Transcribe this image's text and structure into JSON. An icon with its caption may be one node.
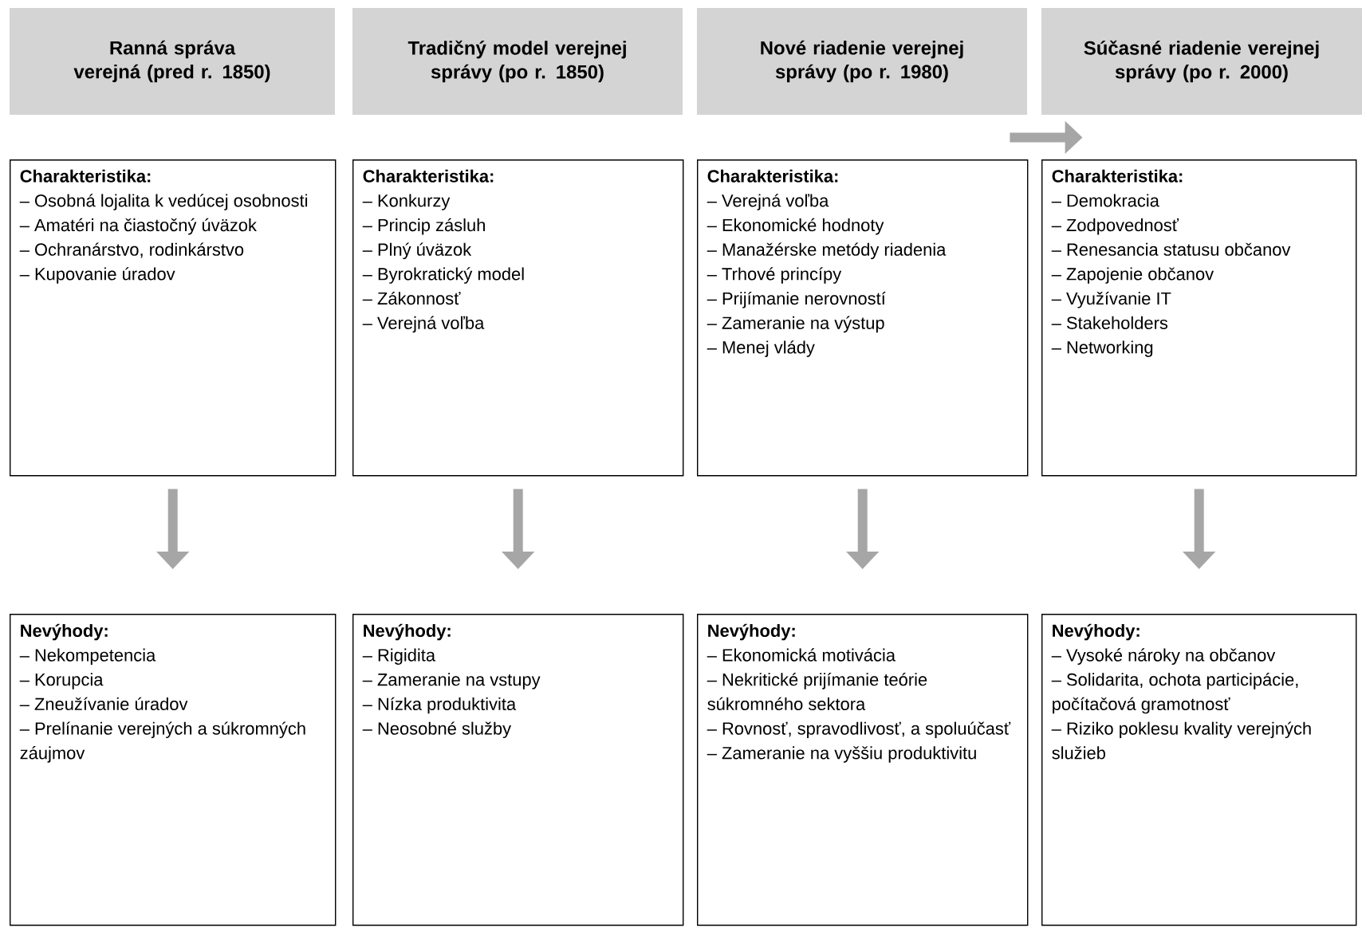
{
  "diagram": {
    "nodes": [
      {
        "text": [
          "Ranná správa verejná (pred r. 1850)"
        ]
      },
      {
        "text": [
          "Tradičný model verejnej správy (po r. 1850)"
        ]
      },
      {
        "text": [
          "Nové riadenie verejnej správy (po r. 1980)"
        ]
      },
      {
        "text": [
          "Súčasné riadenie verejnej správy (po r. 2000)"
        ]
      },
      {
        "text": [
          "Charakteristika:",
          "– Osobná lojalita k vedúcej osobnosti",
          "– Amatéri na čiastočný úväzok",
          "– Ochranárstvo, rodinkárstvo",
          "– Kupovanie úradov"
        ]
      },
      {
        "text": [
          "Charakteristika:",
          "– Konkurzy",
          "– Princip zásluh",
          "– Plný úväzok",
          "– Byrokratický model",
          "– Zákonnosť",
          "– Verejná voľba"
        ]
      },
      {
        "text": [
          "Charakteristika:",
          "– Verejná voľba",
          "– Ekonomické hodnoty",
          "– Manažérske metódy riadenia",
          "– Trhové princípy",
          "– Prijímanie nerovností",
          "– Zameranie na výstup",
          "– Menej vlády"
        ]
      },
      {
        "text": [
          "Charakteristika:",
          "– Demokracia",
          "– Zodpovednosť",
          "– Renesancia statusu občanov",
          "– Zapojenie občanov",
          "– Využívanie IT",
          "– Stakeholders",
          "– Networking"
        ]
      },
      {
        "text": [
          "Nevýhody:",
          "– Nekompetencia",
          "– Korupcia",
          "– Zneužívanie úradov",
          "– Prelínanie verejných a súkromných záujmov"
        ]
      },
      {
        "text": [
          "Nevýhody:",
          "– Rigidita",
          "– Zameranie na vstupy",
          "– Nízka produktivita",
          "– Neosobné služby"
        ]
      },
      {
        "text": [
          "Nevýhody:",
          "– Ekonomická motivácia",
          "– Nekritické prijímanie teórie súkromného sektora",
          "– Rovnosť, spravodlivosť, a spoluúčasť",
          "– Zameranie na vyššiu produktivitu"
        ]
      },
      {
        "text": [
          "Nevýhody:",
          "– Vysoké nároky na občanov",
          "– Solidarita, ochota participácie, počítačová gramotnosť",
          "– Riziko poklesu kvality verejných služieb"
        ]
      }
    ],
    "edges": [
      {
        "from": 4,
        "to": 8,
        "arrow": "to"
      },
      {
        "from": 5,
        "to": 9,
        "arrow": "to"
      },
      {
        "from": 6,
        "to": 10,
        "arrow": "to"
      },
      {
        "from": 7,
        "to": 11,
        "arrow": "to"
      }
    ]
  }
}
